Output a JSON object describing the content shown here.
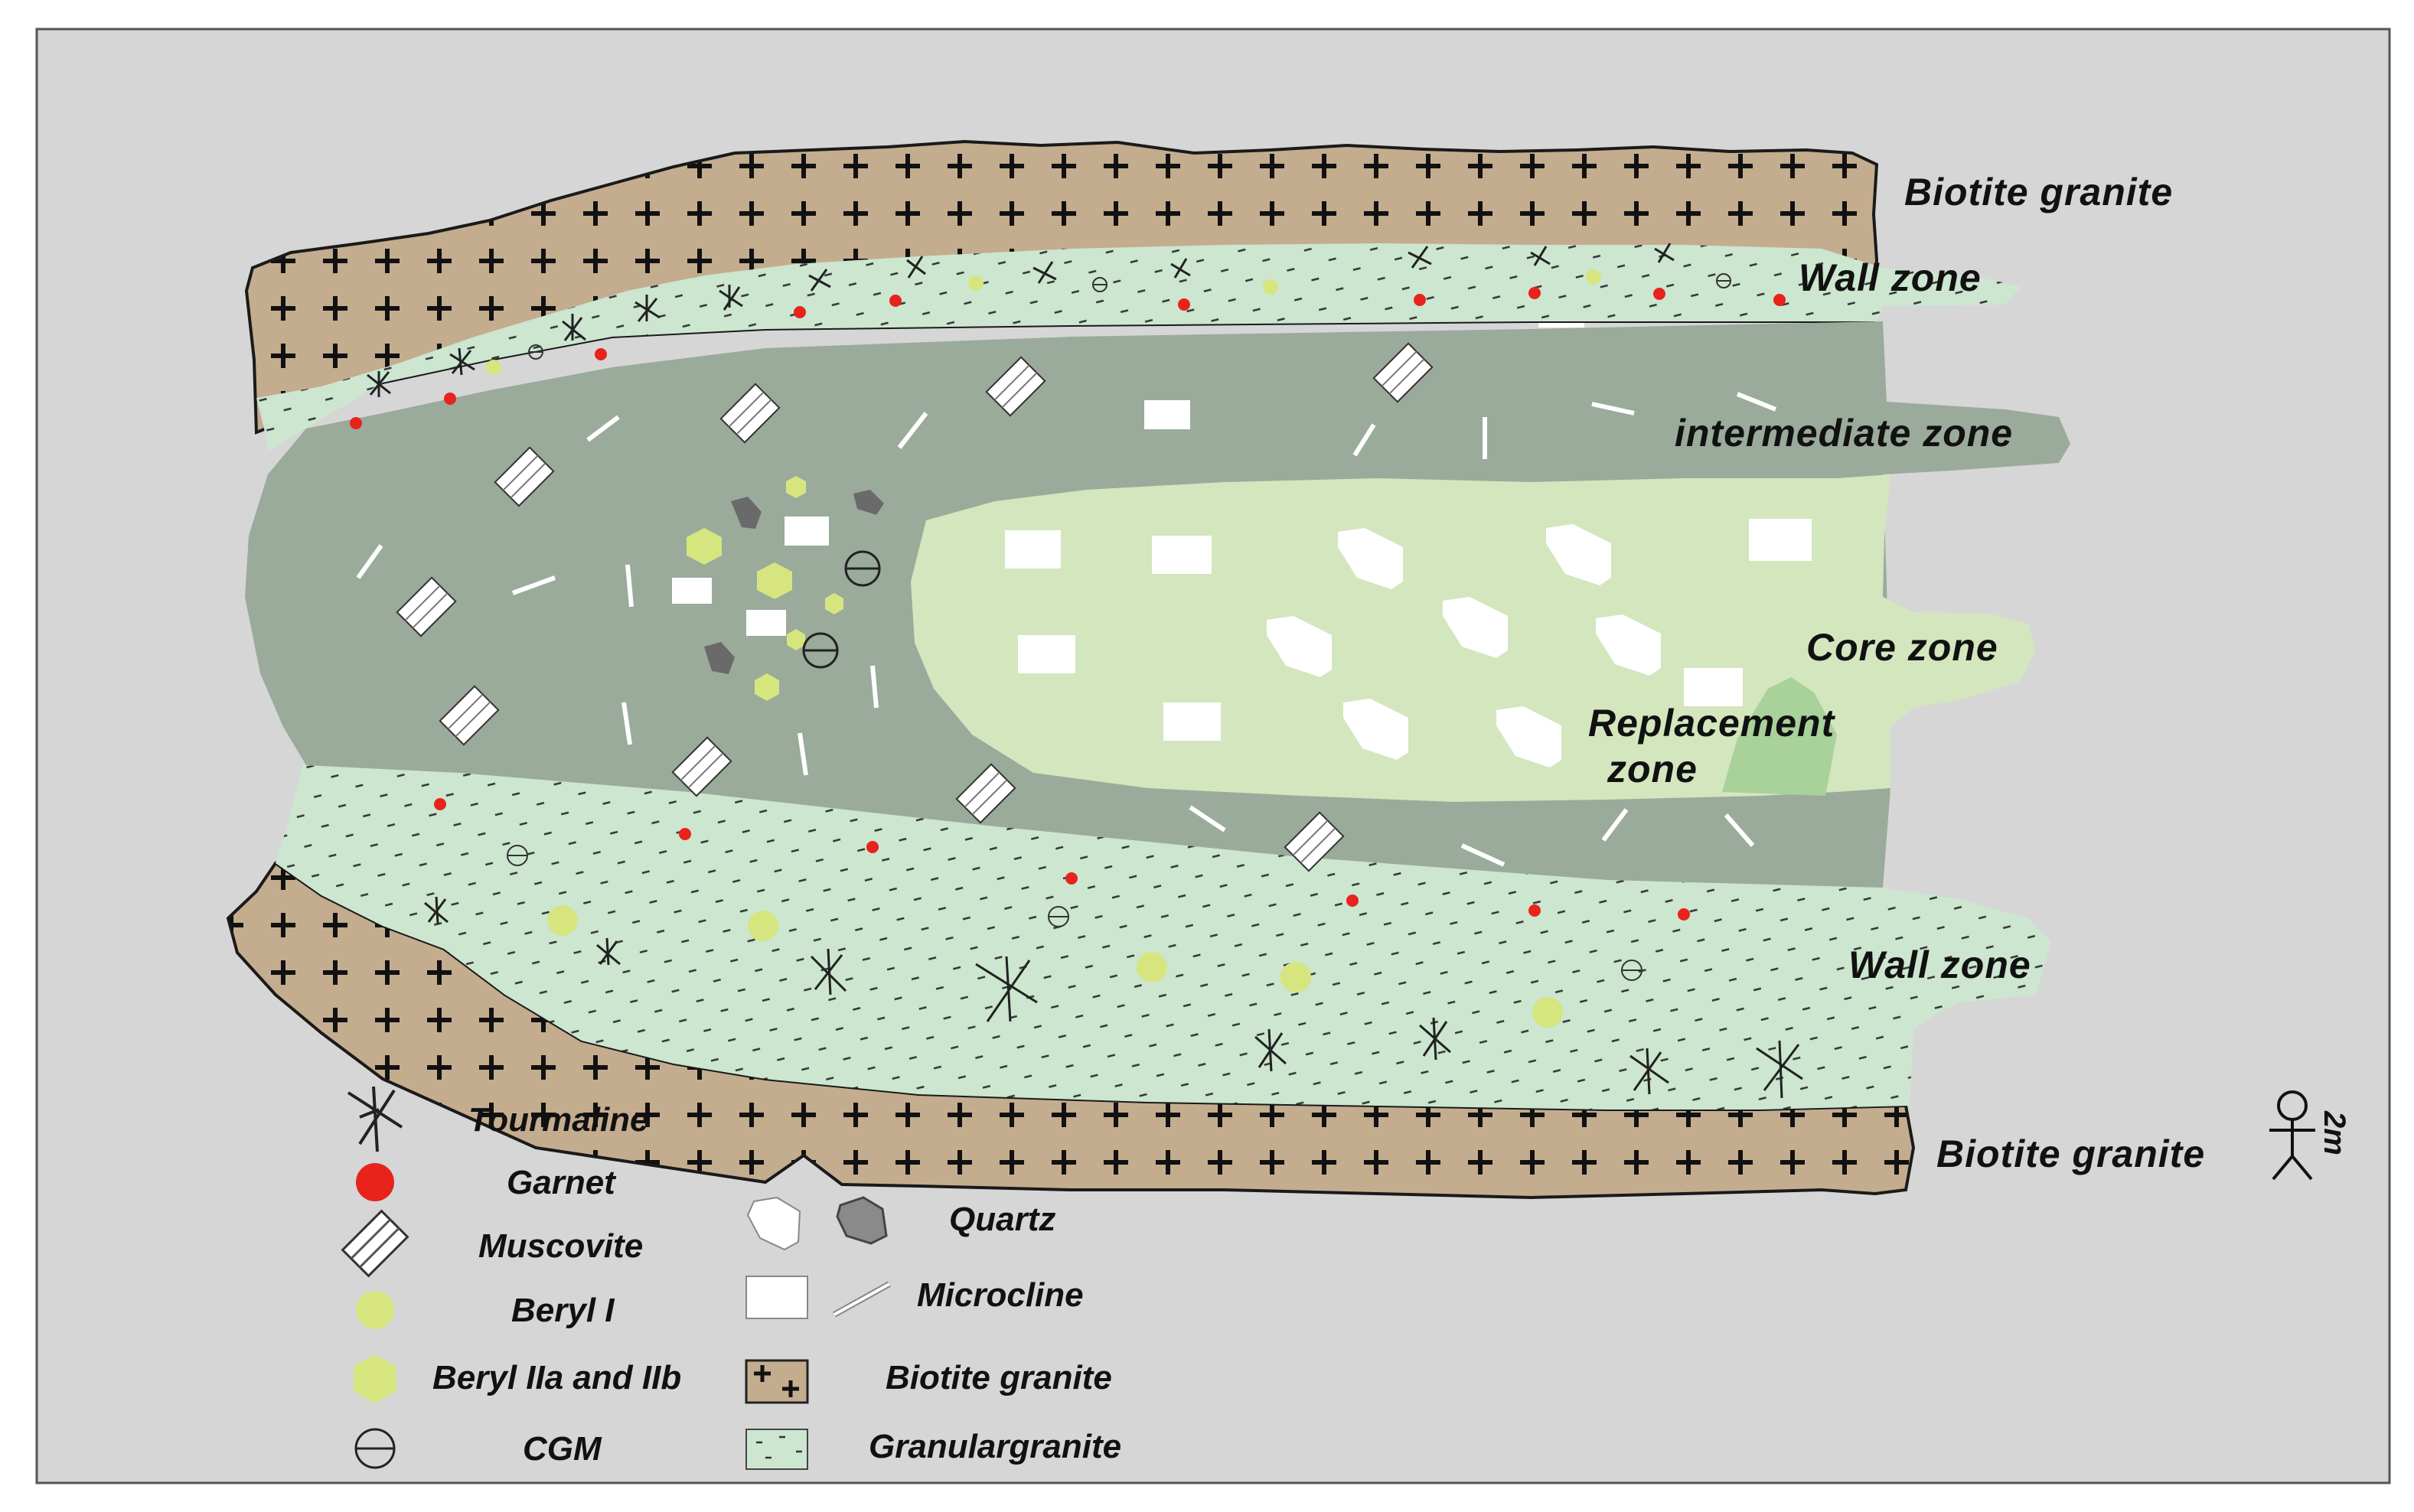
{
  "diagram": {
    "zones": {
      "biotite_granite_top": "Biotite granite",
      "wall_zone_top": "Wall  zone",
      "intermediate_zone": "intermediate  zone",
      "core_zone": "Core  zone",
      "replacement_zone_line1": "Replacement",
      "replacement_zone_line2": "zone",
      "wall_zone_bottom": "Wall  zone",
      "biotite_granite_bottom": "Biotite granite"
    },
    "scale_label": "2m",
    "legend": [
      {
        "symbol": "tourmaline-icon",
        "label": "Tourmaline"
      },
      {
        "symbol": "garnet-icon",
        "label": "Garnet"
      },
      {
        "symbol": "muscovite-icon",
        "label": "Muscovite"
      },
      {
        "symbol": "beryl-i-icon",
        "label": "Beryl I"
      },
      {
        "symbol": "beryl-ii-icon",
        "label": "Beryl IIa and IIb"
      },
      {
        "symbol": "cgm-icon",
        "label": "CGM"
      },
      {
        "symbol": "quartz-icon",
        "label": "Quartz"
      },
      {
        "symbol": "microcline-icon",
        "label": "Microcline"
      },
      {
        "symbol": "biotite-granite-swatch",
        "label": "Biotite granite"
      },
      {
        "symbol": "granular-granite-swatch",
        "label": "Granulargranite"
      }
    ],
    "colors": {
      "background": "#d6d6d6",
      "biotite_granite": "#c4ac8f",
      "granular_granite": "#cce6d0",
      "intermediate_zone": "#9aaa9b",
      "core_zone": "#d3e6be",
      "replacement_zone": "#a9d19a",
      "garnet": "#e8231c",
      "beryl": "#d6e57e",
      "quartz_dark": "#6a6a6a"
    }
  }
}
